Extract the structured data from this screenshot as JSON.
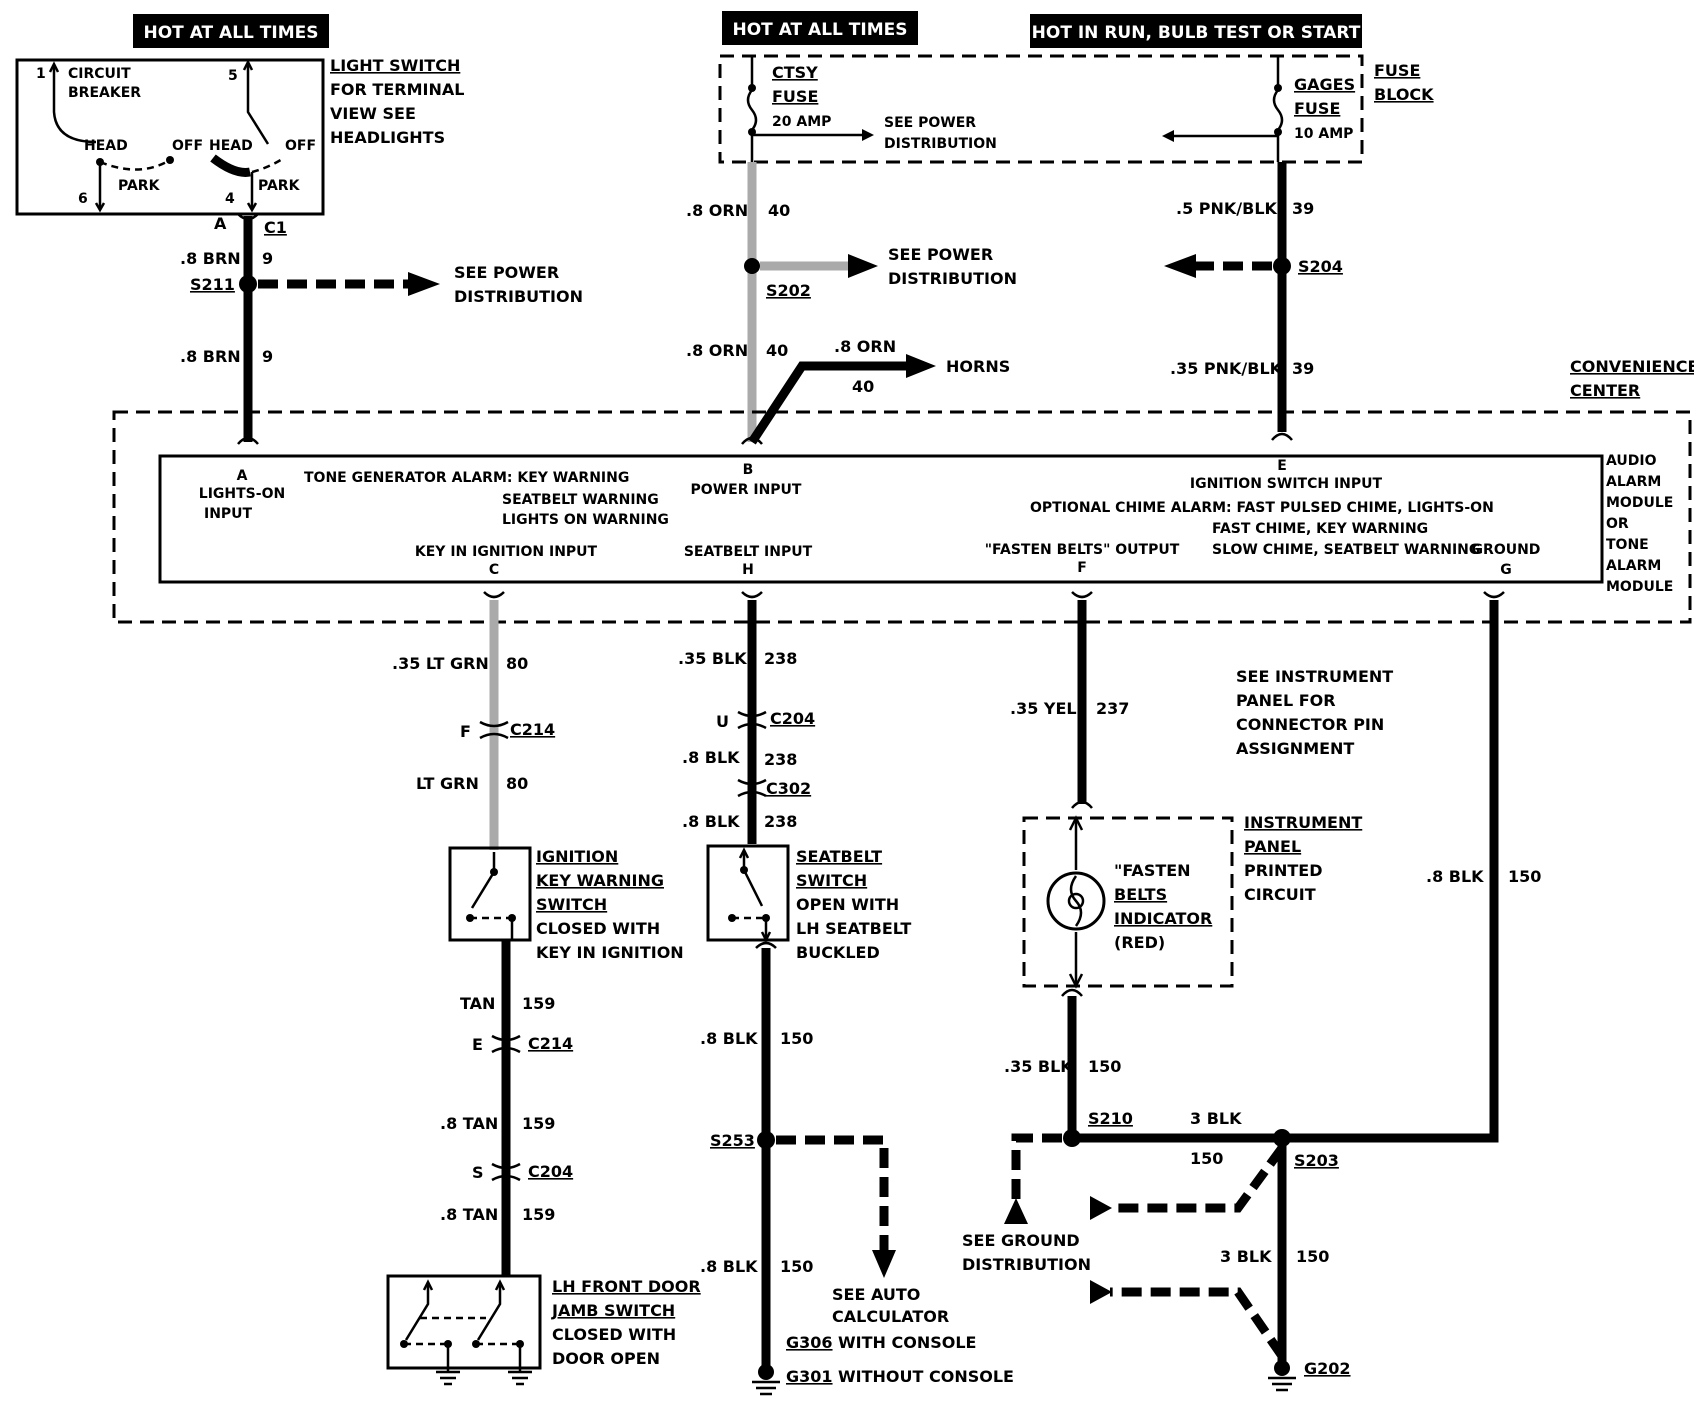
{
  "headers": {
    "hot_left": "HOT AT ALL TIMES",
    "hot_mid": "HOT AT ALL TIMES",
    "hot_run": "HOT IN RUN,  BULB TEST OR START"
  },
  "light_switch": {
    "circuit_breaker": [
      "CIRCUIT",
      "BREAKER"
    ],
    "pin1": "1",
    "pin5": "5",
    "pin6": "6",
    "pin4": "4",
    "head": "HEAD",
    "off": "OFF",
    "park": "PARK",
    "desc": [
      "LIGHT SWITCH",
      "FOR TERMINAL",
      "VIEW SEE",
      "HEADLIGHTS"
    ]
  },
  "fuse_block": {
    "ctsy": [
      "CTSY",
      "FUSE"
    ],
    "ctsy_amp": "20 AMP",
    "gages": [
      "GAGES",
      "FUSE"
    ],
    "gages_amp": "10 AMP",
    "label": [
      "FUSE",
      "BLOCK"
    ]
  },
  "see_power_distribution": [
    "SEE POWER",
    "DISTRIBUTION"
  ],
  "left_circuit": {
    "connector_a": "A",
    "c1": "C1",
    "wire1": ".8 BRN",
    "circuit1": "9",
    "splice": "S211",
    "wire2": ".8 BRN",
    "circuit2": "9"
  },
  "mid_circuit": {
    "wire1": ".8 ORN",
    "circuit1": "40",
    "splice": "S202",
    "wire2": ".8 ORN",
    "circuit2": "40",
    "horn_wire": ".8 ORN",
    "horn_circuit": "40",
    "horns": "HORNS"
  },
  "right_circuit": {
    "wire1": ".5 PNK/BLK",
    "circuit1": "39",
    "splice": "S204",
    "wire2": ".35 PNK/BLK",
    "circuit2": "39"
  },
  "convenience_center": [
    "CONVENIENCE",
    "CENTER"
  ],
  "module": {
    "side_label": [
      "AUDIO",
      "ALARM",
      "MODULE",
      "OR",
      "TONE",
      "ALARM",
      "MODULE"
    ],
    "pin_a": "A",
    "lights_on_input": [
      "LIGHTS-ON",
      "INPUT"
    ],
    "tone_gen": "TONE GENERATOR ALARM: KEY WARNING",
    "seatbelt_warning": "SEATBELT WARNING",
    "lights_on_warning": "LIGHTS ON WARNING",
    "pin_b": "B",
    "power_input": "POWER INPUT",
    "pin_e": "E",
    "ignition_switch_input": "IGNITION SWITCH INPUT",
    "optional_chime": "OPTIONAL CHIME ALARM: FAST PULSED CHIME, LIGHTS-ON",
    "fast_chime": "FAST CHIME, KEY WARNING",
    "slow_chime": "SLOW CHIME, SEATBELT WARNING",
    "key_in_ignition": "KEY IN IGNITION  INPUT",
    "pin_c": "C",
    "seatbelt_input": "SEATBELT  INPUT",
    "pin_h": "H",
    "fasten_belts_output": "\"FASTEN BELTS\" OUTPUT",
    "pin_f": "F",
    "ground": "GROUND",
    "pin_g": "G"
  },
  "col_c": {
    "wire1": ".35 LT GRN",
    "circuit1": "80",
    "conn_pin": "F",
    "conn": "C214",
    "wire2": "LT GRN",
    "circuit2": "80",
    "switch_label": [
      "IGNITION",
      "KEY WARNING",
      "SWITCH",
      "CLOSED WITH",
      "KEY IN IGNITION"
    ],
    "wire3": "TAN",
    "circuit3": "159",
    "conn2_pin": "E",
    "conn2": "C214",
    "wire4": ".8 TAN",
    "circuit4": "159",
    "conn3_pin": "S",
    "conn3": "C204",
    "wire5": ".8 TAN",
    "circuit5": "159",
    "door_label": [
      "LH FRONT DOOR",
      "JAMB SWITCH",
      "CLOSED WITH",
      "DOOR OPEN"
    ]
  },
  "col_h": {
    "wire1": ".35 BLK",
    "circuit1": "238",
    "conn_pin": "U",
    "conn": "C204",
    "wire2": ".8 BLK",
    "circuit2": "238",
    "conn2": "C302",
    "wire3": ".8 BLK",
    "circuit3": "238",
    "switch_label": [
      "SEATBELT",
      "SWITCH",
      "OPEN WITH",
      "LH SEATBELT",
      "BUCKLED"
    ],
    "wire4": ".8 BLK",
    "circuit4": "150",
    "splice": "S253",
    "wire5": ".8 BLK",
    "circuit5": "150",
    "auto_calc": [
      "SEE AUTO",
      "CALCULATOR"
    ],
    "g306": "G306",
    "with_console": "WITH CONSOLE",
    "g301": "G301",
    "without_console": "WITHOUT CONSOLE"
  },
  "col_f": {
    "wire1": ".35 YEL",
    "circuit1": "237",
    "see_ip": [
      "SEE INSTRUMENT",
      "PANEL FOR",
      "CONNECTOR PIN",
      "ASSIGNMENT"
    ],
    "indicator": [
      "\"FASTEN",
      "BELTS",
      "INDICATOR",
      "(RED)"
    ],
    "ip_circuit": [
      "INSTRUMENT",
      "PANEL",
      "PRINTED",
      "CIRCUIT"
    ],
    "wire2": ".35 BLK",
    "circuit2": "150",
    "s210": "S210",
    "s203": "S203",
    "bus_wire": "3 BLK",
    "bus_circuit": "150",
    "ground_dist": [
      "SEE GROUND",
      "DISTRIBUTION"
    ],
    "wire3": "3 BLK",
    "circuit3": "150",
    "g202": "G202"
  },
  "col_g": {
    "wire": ".8 BLK",
    "circuit": "150"
  }
}
